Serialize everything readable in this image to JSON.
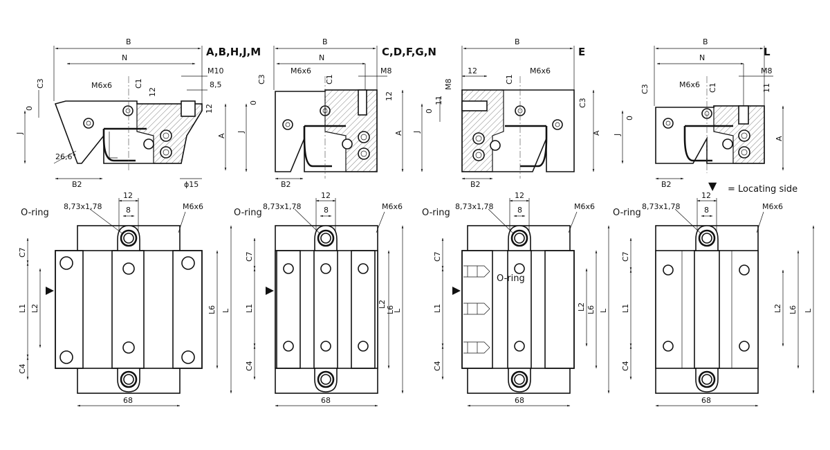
{
  "views": [
    {
      "variant": "A,B,H,J,M",
      "top_labels": {
        "B": "B",
        "N": "N",
        "thread": "M10",
        "dim85": "8,5",
        "C3": "C3",
        "C1": "C1",
        "d12a": "12",
        "d12b": "12",
        "zero": "0",
        "J": "J",
        "A": "A",
        "M6x6": "M6x6",
        "angle": "26,6°",
        "B2": "B2",
        "phi15": "ϕ15"
      },
      "plan_labels": {
        "oring": "O-ring",
        "oring_size": "8,73x1,78",
        "d12": "12",
        "d8": "8",
        "M6x6": "M6x6",
        "C7": "C7",
        "L1": "L1",
        "L2": "L2",
        "C4": "C4",
        "L6": "L6",
        "L": "L",
        "d68": "68"
      }
    },
    {
      "variant": "C,D,F,G,N",
      "top_labels": {
        "B": "B",
        "N": "N",
        "M6x6": "M6x6",
        "M8": "M8",
        "C3": "C3",
        "C1": "C1",
        "zero": "0",
        "d12": "12",
        "J": "J",
        "A": "A",
        "B2": "B2"
      },
      "plan_labels": {
        "oring": "O-ring",
        "oring_size": "8,73x1,78",
        "d12": "12",
        "d8": "8",
        "M6x6": "M6x6",
        "C7": "C7",
        "L1": "L1",
        "L2": "L2",
        "C4": "C4",
        "L6": "L6",
        "L": "L",
        "d68": "68"
      }
    },
    {
      "variant": "E",
      "top_labels": {
        "B": "B",
        "d12": "12",
        "M6x6": "M6x6",
        "M8": "M8",
        "d11": "11",
        "C1": "C1",
        "zero": "0",
        "C3": "C3",
        "J": "J",
        "A": "A",
        "B2": "B2"
      },
      "plan_labels": {
        "oring": "O-ring",
        "oring_size": "8,73x1,78",
        "d12": "12",
        "d8": "8",
        "M6x6": "M6x6",
        "oring2": "O-ring",
        "C7": "C7",
        "L1": "L1",
        "L2": "L2",
        "C4": "C4",
        "L6": "L6",
        "L": "L",
        "d68": "68"
      }
    },
    {
      "variant": "L",
      "top_labels": {
        "B": "B",
        "N": "N",
        "M8": "M8",
        "M6x6": "M6x6",
        "C3": "C3",
        "C1": "C1",
        "d11": "11",
        "zero": "0",
        "J": "J",
        "A": "A",
        "B2": "B2"
      },
      "plan_labels": {
        "oring": "O-ring",
        "oring_size": "8,73x1,78",
        "d12": "12",
        "d8": "8",
        "M6x6": "M6x6",
        "C7": "C7",
        "L1": "L1",
        "L2": "L2",
        "C4": "C4",
        "L6": "L6",
        "L": "L",
        "d68": "68"
      }
    }
  ],
  "legend": {
    "symbol": "▼",
    "text": "= Locating side"
  }
}
